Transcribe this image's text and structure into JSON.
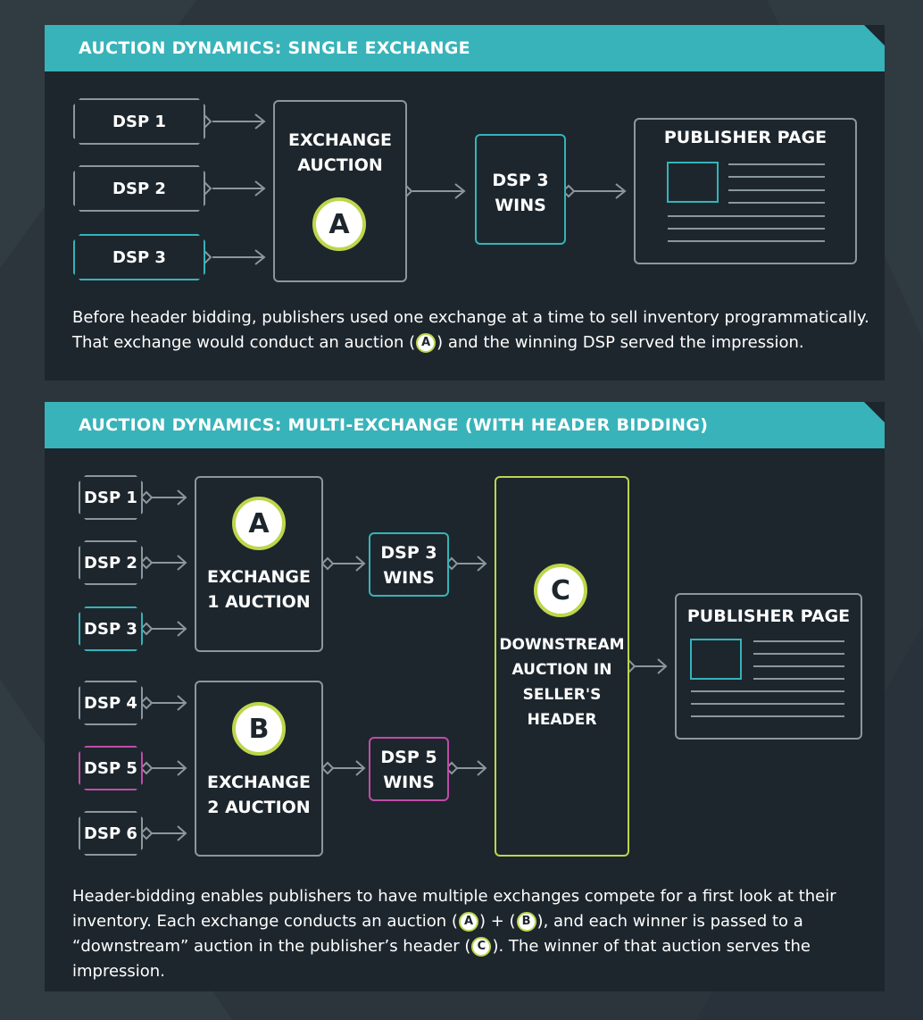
{
  "colors": {
    "background": "#2c353b",
    "panel": "#1d262d",
    "header": "#38b3b9",
    "neutral_border": "#8b979c",
    "teal": "#35b3b9",
    "magenta": "#c14ca8",
    "green": "#bdd64b",
    "white": "#ffffff"
  },
  "single_exchange": {
    "title": "AUCTION DYNAMICS: SINGLE EXCHANGE",
    "dsps": [
      "DSP 1",
      "DSP 2",
      "DSP 3"
    ],
    "exchange": {
      "line1": "EXCHANGE",
      "line2": "AUCTION",
      "badge": "A"
    },
    "winner": {
      "line1": "DSP 3",
      "line2": "WINS"
    },
    "publisher_page": "PUBLISHER PAGE",
    "caption": {
      "line1": "Before header bidding, publishers used one exchange at a time to sell inventory programmatically.",
      "line2_before": "That exchange would conduct an auction (",
      "badge": "A",
      "line2_after": ") and the winning DSP served the impression."
    }
  },
  "multi_exchange": {
    "title": "AUCTION DYNAMICS: MULTI-EXCHANGE (WITH HEADER BIDDING)",
    "dsps": [
      "DSP 1",
      "DSP 2",
      "DSP 3",
      "DSP 4",
      "DSP 5",
      "DSP 6"
    ],
    "exchange1": {
      "badge": "A",
      "line1": "EXCHANGE",
      "line2": "1 AUCTION"
    },
    "exchange2": {
      "badge": "B",
      "line1": "EXCHANGE",
      "line2": "2 AUCTION"
    },
    "winner1": {
      "line1": "DSP 3",
      "line2": "WINS"
    },
    "winner2": {
      "line1": "DSP 5",
      "line2": "WINS"
    },
    "downstream": {
      "badge": "C",
      "line1": "DOWNSTREAM",
      "line2": "AUCTION IN",
      "line3": "SELLER'S",
      "line4": "HEADER"
    },
    "publisher_page": "PUBLISHER PAGE",
    "caption": {
      "line1": "Header-bidding enables publishers to have multiple exchanges compete for a first look at their",
      "line2_before": "inventory. Each exchange conducts an auction (",
      "badge_a": "A",
      "line2_mid": ") + (",
      "badge_b": "B",
      "line2_after": "), and each winner is passed to a",
      "line3_before": "“downstream” auction in the publisher’s header (",
      "badge_c": "C",
      "line3_after": "). The winner of that auction serves the impression."
    }
  }
}
